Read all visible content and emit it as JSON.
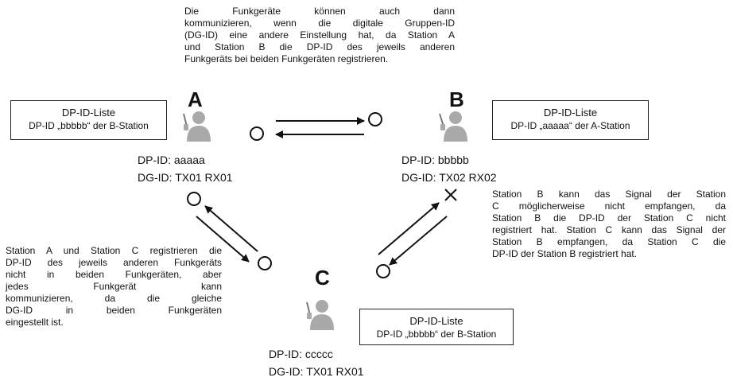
{
  "top_note": [
    "Die Funkgeräte können auch dann",
    "kommunizieren, wenn die digitale Gruppen-ID",
    "(DG-ID) eine andere Einstellung hat, da Station A",
    "und Station B die DP-ID des jeweils anderen",
    "Funkgeräts bei beiden Funkgeräten registrieren."
  ],
  "station_a": {
    "label": "A",
    "dp_id": "DP-ID: aaaaa",
    "dg_id": "DG-ID: TX01 RX01",
    "list_title": "DP-ID-Liste",
    "list_entry": "DP-ID „bbbbb“ der B-Station"
  },
  "station_b": {
    "label": "B",
    "dp_id": "DP-ID: bbbbb",
    "dg_id": "DG-ID: TX02 RX02",
    "list_title": "DP-ID-Liste",
    "list_entry": "DP-ID „aaaaa“ der A-Station"
  },
  "station_c": {
    "label": "C",
    "dp_id": "DP-ID: ccccc",
    "dg_id": "DG-ID: TX01 RX01",
    "list_title": "DP-ID-Liste",
    "list_entry": "DP-ID „bbbbb“ der B-Station"
  },
  "left_note": [
    "Station A und Station C registrieren die",
    "DP-ID des jeweils anderen Funkgeräts",
    "nicht in beiden Funkgeräten, aber",
    "jedes Funkgerät kann",
    "kommunizieren, da die gleiche",
    "DG-ID in beiden Funkgeräten",
    "eingestellt ist."
  ],
  "right_note": [
    "Station B kann das Signal der Station",
    "C möglicherweise nicht empfangen, da",
    "Station B die DP-ID der Station C nicht",
    "registriert hat. Station C kann das Signal der",
    "Station B empfangen, da Station C die",
    "DP-ID der Station B registriert hat."
  ],
  "colors": {
    "person": "#a9a9a9",
    "line": "#111111"
  }
}
